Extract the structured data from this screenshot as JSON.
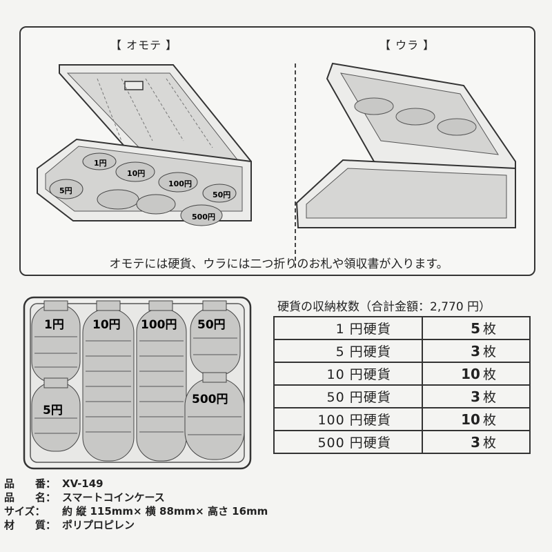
{
  "front_label": "【 オモテ 】",
  "back_label": "【 ウラ 】",
  "caption": "オモテには硬貨、ウラには二つ折りのお札や領収書が入ります。",
  "front_coin_labels": [
    "1円",
    "10円",
    "100円",
    "50円",
    "5円",
    "500円"
  ],
  "layout_coin_labels": {
    "c1": "1円",
    "c10": "10円",
    "c100": "100円",
    "c50": "50円",
    "c5": "5円",
    "c500": "500円"
  },
  "table_title": "硬貨の収納枚数（合計金額：2,770 円）",
  "coin_table": [
    {
      "name": "1 円硬貨",
      "count": "5",
      "unit": "枚"
    },
    {
      "name": "5 円硬貨",
      "count": "3",
      "unit": "枚"
    },
    {
      "name": "10 円硬貨",
      "count": "10",
      "unit": "枚"
    },
    {
      "name": "50 円硬貨",
      "count": "3",
      "unit": "枚"
    },
    {
      "name": "100 円硬貨",
      "count": "10",
      "unit": "枚"
    },
    {
      "name": "500 円硬貨",
      "count": "3",
      "unit": "枚"
    }
  ],
  "specs": [
    {
      "label": "品　　番：",
      "value": "XV-149"
    },
    {
      "label": "品　　名：",
      "value": "スマートコインケース"
    },
    {
      "label": "サイズ：",
      "value": "約 縦 115mm× 横 88mm× 高さ 16mm"
    },
    {
      "label": "材　　質：",
      "value": "ポリプロピレン"
    }
  ],
  "colors": {
    "coin_fill": "#c8c8c6",
    "case_fill": "#ececea",
    "outline": "#333333"
  }
}
